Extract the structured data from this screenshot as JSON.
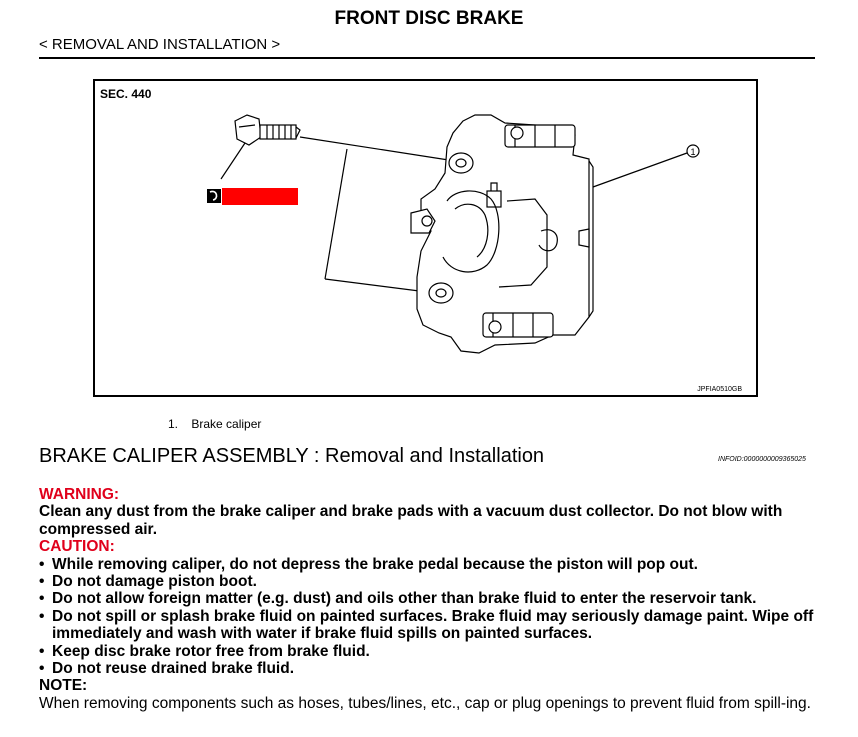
{
  "header": {
    "title": "FRONT DISC BRAKE",
    "breadcrumb": "< REMOVAL AND INSTALLATION >"
  },
  "figure": {
    "section_label": "SEC. 440",
    "callout_number": "1",
    "figure_code": "JPFIA0510GB",
    "torque_marker_color": "#ff0000"
  },
  "legend": {
    "items": [
      {
        "number": "1.",
        "label": "Brake caliper"
      }
    ]
  },
  "section": {
    "heading": "BRAKE CALIPER ASSEMBLY : Removal and Installation",
    "infoid": "INFOID:0000000009365025"
  },
  "warning": {
    "label": "WARNING:",
    "text": "Clean any dust from the brake caliper and brake pads with a vacuum dust collector. Do not blow with compressed air."
  },
  "caution": {
    "label": "CAUTION:",
    "items": [
      "While removing caliper, do not depress the brake pedal because the piston will pop out.",
      "Do not damage piston boot.",
      "Do not allow foreign matter (e.g. dust) and oils other than brake fluid to enter the reservoir tank.",
      "Do not spill or splash brake fluid on painted surfaces. Brake fluid may seriously damage paint. Wipe off immediately and wash with water if brake fluid spills on painted surfaces.",
      "Keep disc brake rotor free from brake fluid.",
      "Do not reuse drained brake fluid."
    ]
  },
  "note": {
    "label": "NOTE:",
    "text": "When removing components such as hoses, tubes/lines, etc., cap or plug openings to prevent fluid from spill-ing."
  }
}
